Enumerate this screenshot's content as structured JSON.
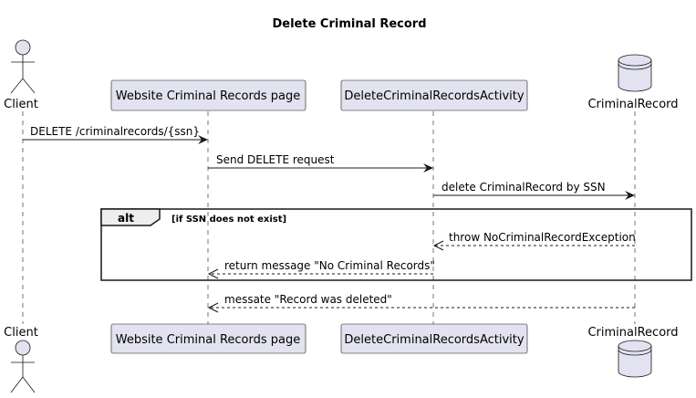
{
  "diagram": {
    "title": "Delete Criminal Record",
    "participants": {
      "client": "Client",
      "website": "Website Criminal Records page",
      "activity": "DeleteCriminalRecordsActivity",
      "db": "CriminalRecord"
    },
    "messages": {
      "m1": "DELETE /criminalrecords/{ssn}",
      "m2": "Send DELETE request",
      "m3": "delete CriminalRecord by SSN",
      "m4": "throw NoCriminalRecordException",
      "m5": "return message \"No Criminal Records\"",
      "m6": "messate \"Record was deleted\""
    },
    "alt": {
      "label": "alt",
      "condition": "[if SSN does not exist]"
    }
  },
  "colors": {
    "participant_fill": "#E2E2F0",
    "line": "#181818"
  }
}
